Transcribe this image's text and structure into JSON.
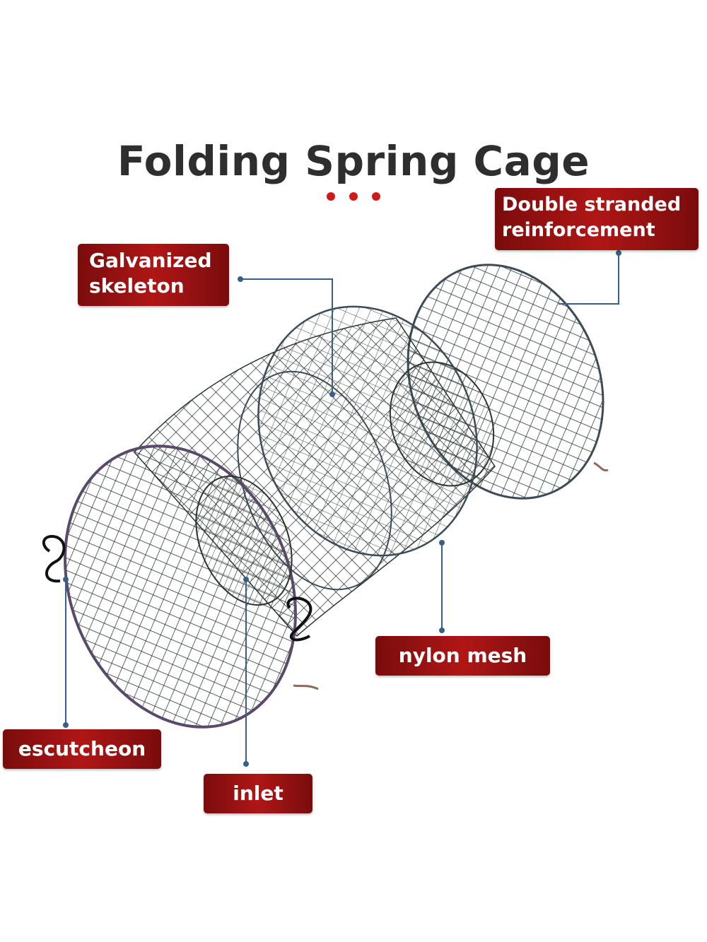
{
  "title": "Folding Spring Cage",
  "colors": {
    "title_text": "#2e2e2e",
    "label_dark": "#7a0c0c",
    "label_mid": "#b01616",
    "dot_red": "#d11a1a",
    "leader": "#3a5f86",
    "mesh": "#1f2a27",
    "rim": "#3c4b55"
  },
  "labels": {
    "double_stranded": {
      "line1": "Double stranded",
      "line2": "reinforcement"
    },
    "galvanized": {
      "line1": "Galvanized",
      "line2": "skeleton"
    },
    "nylon_mesh": "nylon mesh",
    "escutcheon": "escutcheon",
    "inlet": "inlet"
  }
}
